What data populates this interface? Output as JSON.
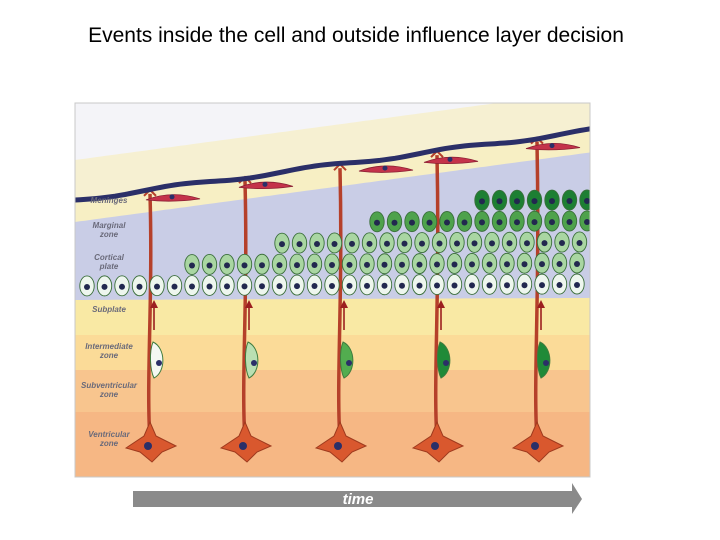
{
  "slide": {
    "title": "Events inside the cell and outside influence layer decision"
  },
  "zones": [
    {
      "lines": [
        "Meninges"
      ]
    },
    {
      "lines": [
        "Marginal",
        "zone"
      ]
    },
    {
      "lines": [
        "Cortical",
        "plate"
      ]
    },
    {
      "lines": [
        "Subplate"
      ]
    },
    {
      "lines": [
        "Intermediate",
        "zone"
      ]
    },
    {
      "lines": [
        "Subventricular",
        "zone"
      ]
    },
    {
      "lines": [
        "Ventricular",
        "zone"
      ]
    }
  ],
  "time_arrow": {
    "label": "time"
  },
  "stages": [
    {
      "migrating_cell": "white"
    },
    {
      "migrating_cell": "pale-green"
    },
    {
      "migrating_cell": "green"
    },
    {
      "migrating_cell": "dark-green"
    },
    {
      "migrating_cell": "dark-green"
    }
  ],
  "colors": {
    "meninges": "#2b2f68",
    "marginal_zone": "#f7efc4",
    "cortical_plate": "#c9cde6",
    "subplate": "#f9e9a4",
    "intermediate_zone": "#fbdb98",
    "subventricular_zone": "#f8c58e",
    "ventricular_zone": "#f6b784",
    "radial_glia": "#b5402a",
    "cajal_retzius": "#c4334a",
    "arrow_red": "#9c1f1f",
    "early_neuron": "#eef6ee",
    "mid_neuron": "#a9d6a2",
    "late_neuron": "#4ea24c",
    "latest_neuron": "#1d7f33",
    "time_arrow": "#8a8a8a"
  }
}
